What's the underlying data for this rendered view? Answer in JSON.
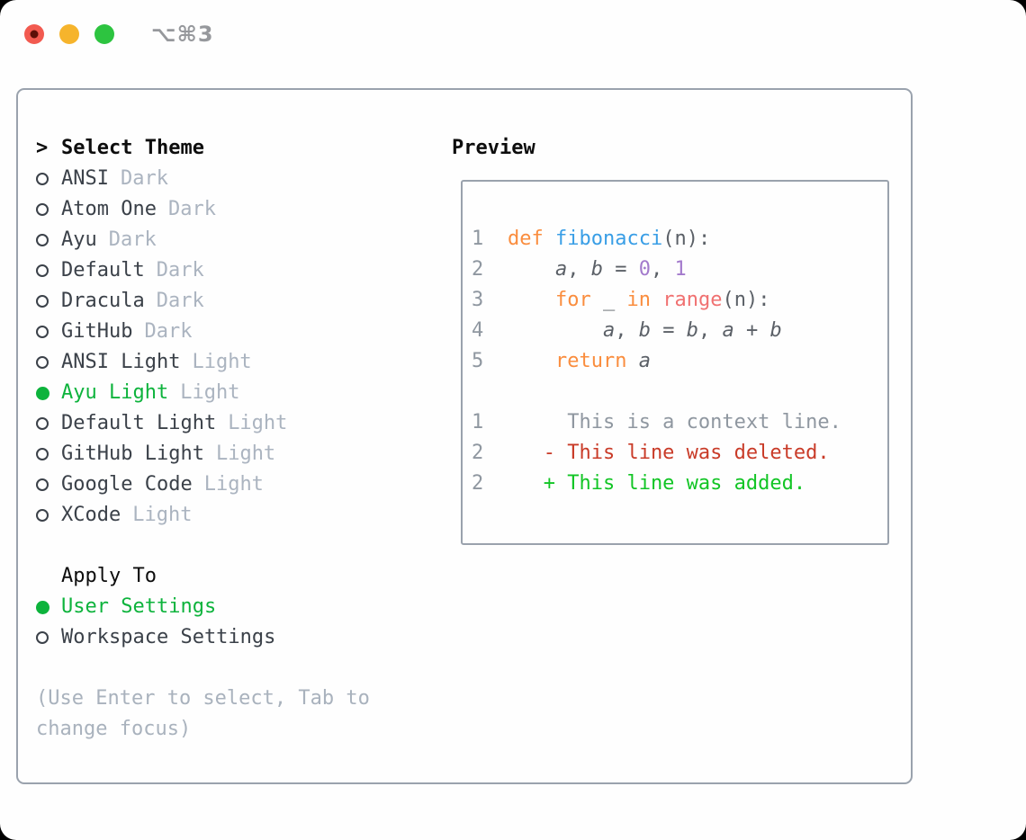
{
  "window": {
    "shortcut": "⌥⌘3"
  },
  "colors": {
    "border": "#9aa2ad",
    "ink": "#0d0d0d",
    "name": "#3b4149",
    "tag": "#abb4c0",
    "green": "#0db33c",
    "hint": "#a9b2bd",
    "kw": "#fa8d3e",
    "fn": "#399ee6",
    "num": "#a37acc",
    "call": "#f07171",
    "plain": "#5b6067",
    "lineno": "#8f97a0",
    "ctx": "#8f97a0",
    "del": "#c93b28",
    "add": "#12c525",
    "light-red": "#f25a50",
    "light-red-dot": "#5c0f08",
    "light-yellow": "#f6b42c",
    "light-green": "#2dc440",
    "shortcut": "#96989c"
  },
  "left": {
    "prompt": ">",
    "header": "Select Theme",
    "themes": [
      {
        "name": "ANSI",
        "tag": "Dark",
        "selected": false
      },
      {
        "name": "Atom One",
        "tag": "Dark",
        "selected": false
      },
      {
        "name": "Ayu",
        "tag": "Dark",
        "selected": false
      },
      {
        "name": "Default",
        "tag": "Dark",
        "selected": false
      },
      {
        "name": "Dracula",
        "tag": "Dark",
        "selected": false
      },
      {
        "name": "GitHub",
        "tag": "Dark",
        "selected": false
      },
      {
        "name": "ANSI Light",
        "tag": "Light",
        "selected": false
      },
      {
        "name": "Ayu Light",
        "tag": "Light",
        "selected": true
      },
      {
        "name": "Default Light",
        "tag": "Light",
        "selected": false
      },
      {
        "name": "GitHub Light",
        "tag": "Light",
        "selected": false
      },
      {
        "name": "Google Code",
        "tag": "Light",
        "selected": false
      },
      {
        "name": "XCode",
        "tag": "Light",
        "selected": false
      }
    ],
    "apply_header": "Apply To",
    "apply_options": [
      {
        "name": "User Settings",
        "selected": true
      },
      {
        "name": "Workspace Settings",
        "selected": false
      }
    ],
    "hint": "(Use Enter to select, Tab to change focus)"
  },
  "preview": {
    "header": "Preview",
    "code_lines": [
      {
        "no": "1",
        "segments": [
          {
            "t": "def",
            "c": "kw"
          },
          {
            "t": " ",
            "c": "plain"
          },
          {
            "t": "fibonacci",
            "c": "fn"
          },
          {
            "t": "(n):",
            "c": "plain"
          }
        ]
      },
      {
        "no": "2",
        "segments": [
          {
            "t": "    ",
            "c": "plain"
          },
          {
            "t": "a",
            "c": "var"
          },
          {
            "t": ", ",
            "c": "plain"
          },
          {
            "t": "b",
            "c": "var"
          },
          {
            "t": " = ",
            "c": "plain"
          },
          {
            "t": "0",
            "c": "num"
          },
          {
            "t": ", ",
            "c": "plain"
          },
          {
            "t": "1",
            "c": "num"
          }
        ]
      },
      {
        "no": "3",
        "segments": [
          {
            "t": "    ",
            "c": "plain"
          },
          {
            "t": "for",
            "c": "kw"
          },
          {
            "t": " _ ",
            "c": "plain"
          },
          {
            "t": "in",
            "c": "kw"
          },
          {
            "t": " ",
            "c": "plain"
          },
          {
            "t": "range",
            "c": "call"
          },
          {
            "t": "(n):",
            "c": "plain"
          }
        ]
      },
      {
        "no": "4",
        "segments": [
          {
            "t": "        ",
            "c": "plain"
          },
          {
            "t": "a",
            "c": "var"
          },
          {
            "t": ", ",
            "c": "plain"
          },
          {
            "t": "b",
            "c": "var"
          },
          {
            "t": " = ",
            "c": "plain"
          },
          {
            "t": "b",
            "c": "var"
          },
          {
            "t": ", ",
            "c": "plain"
          },
          {
            "t": "a",
            "c": "var"
          },
          {
            "t": " + ",
            "c": "plain"
          },
          {
            "t": "b",
            "c": "var"
          }
        ]
      },
      {
        "no": "5",
        "segments": [
          {
            "t": "    ",
            "c": "plain"
          },
          {
            "t": "return",
            "c": "kw"
          },
          {
            "t": " ",
            "c": "plain"
          },
          {
            "t": "a",
            "c": "var"
          }
        ]
      }
    ],
    "diff_lines": [
      {
        "no": "1",
        "segments": [
          {
            "t": "     This is a context line.",
            "c": "ctx"
          }
        ]
      },
      {
        "no": "2",
        "segments": [
          {
            "t": "   - This line was deleted.",
            "c": "del"
          }
        ]
      },
      {
        "no": "2",
        "segments": [
          {
            "t": "   + This line was added.",
            "c": "add"
          }
        ]
      }
    ]
  }
}
